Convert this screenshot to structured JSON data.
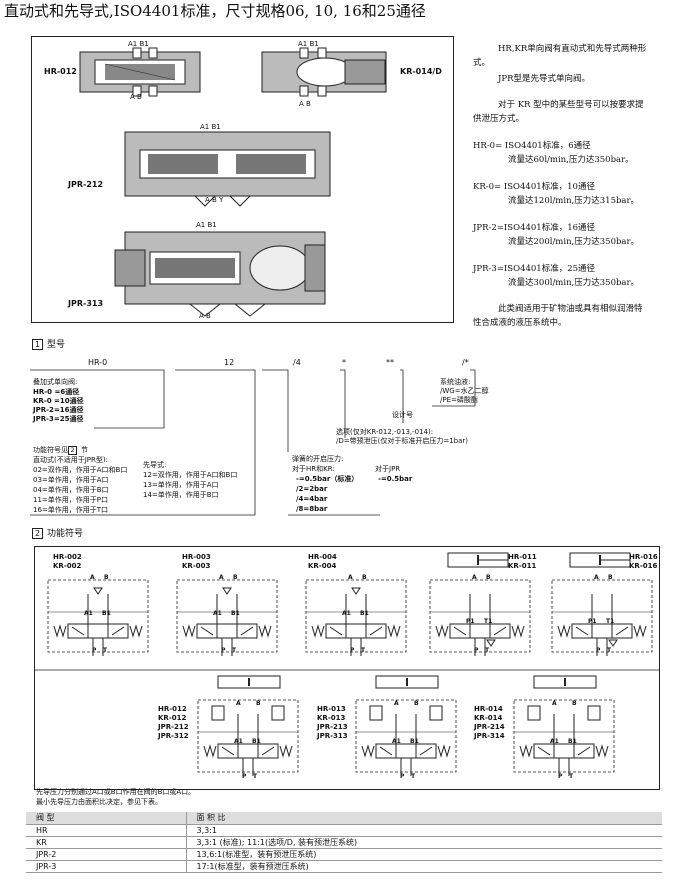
{
  "title": "直动式和先导式,ISO4401标准，尺寸规格06, 10, 16和25通径",
  "figure": {
    "hr012": {
      "name": "HR-012",
      "top_ports": "A1  B1",
      "bottom_ports": "A    B"
    },
    "kr014": {
      "name": "KR-014/D",
      "top_ports": "A1  B1",
      "bottom_ports": "A    B"
    },
    "jpr212": {
      "name": "JPR-212",
      "top_ports": "A1       B1",
      "bottom_ports": "A     B     Y"
    },
    "jpr313": {
      "name": "JPR-313",
      "top_ports": "A1                 B1",
      "bottom_ports": "A                 B"
    }
  },
  "description": {
    "p1a": "HR,KR单向阀有直动式和先导式两种形",
    "p1b": "式。",
    "p2": "JPR型是先导式单向阀。",
    "p3a": "对于 KR 型中的某些型号可以按要求提",
    "p3b": "供泄压方式。",
    "specs": [
      {
        "model": "HR-0= ISO4401标准，6通径",
        "flow": "流量达60l/min,压力达350bar。"
      },
      {
        "model": "KR-0= ISO4401标准，10通径",
        "flow": "流量达120l/min,压力达315bar。"
      },
      {
        "model": "JPR-2=ISO4401标准，16通径",
        "flow": "流量达200l/min,压力达350bar。"
      },
      {
        "model": "JPR-3=ISO4401标准，25通径",
        "flow": "流量达300l/min,压力达350bar。"
      }
    ],
    "p4a": "此类阀适用于矿物油或具有相似润滑特",
    "p4b": "性合成液的液压系统中。"
  },
  "section1": {
    "num": "1",
    "title": "型号",
    "code": [
      "HR-0",
      "12",
      "/4",
      "*",
      "**",
      "/*"
    ],
    "type_head": "叠加式单向阀:",
    "types": [
      "HR-0 =6通径",
      "KR-0 =10通径",
      "JPR-2=16通径",
      "JPR-3=25通径"
    ],
    "seal_lines": [
      "系统油液:",
      "/WG=水乙二醇",
      "/PE=磷酸酯"
    ],
    "design": "设计号",
    "option_a": "选项(仅对KR-012,-013,-014):",
    "option_b": "/D=带预泄压(仅对于标准开启压力=1bar)",
    "func_head_a": "功能符号见",
    "func_head_num": "2",
    "func_head_b": "节",
    "func_head2": "直动式(不适用于JPR型):",
    "func_list": [
      "02=双作用，作用于A口和B口",
      "03=单作用，作用于A口",
      "04=单作用，作用于B口",
      "11=单作用，作用于P口",
      "16=单作用，作用于T口"
    ],
    "pilot_head": "先导式:",
    "pilot_list": [
      "12=双作用，作用于A口和B口",
      "13=单作用，作用于A口",
      "14=单作用，作用于B口"
    ],
    "spring_head": "弹簧的开启压力:",
    "spring_col1_head": "对于HR和KR:",
    "spring_col1": [
      "-=0.5bar（标准）",
      "/2=2bar",
      "/4=4bar",
      "/8=8bar"
    ],
    "spring_col2_head": "对于JPR",
    "spring_col2": [
      "-=0.5bar"
    ]
  },
  "section2": {
    "num": "2",
    "title": "功能符号",
    "row1": [
      {
        "l1": "HR-002",
        "l2": "KR-002"
      },
      {
        "l1": "HR-003",
        "l2": "KR-003"
      },
      {
        "l1": "HR-004",
        "l2": "KR-004"
      },
      {
        "l1": "HR-011",
        "l2": "KR-011"
      },
      {
        "l1": "HR-016",
        "l2": "KR-016"
      }
    ],
    "row2": [
      {
        "lines": [
          "HR-012",
          "KR-012",
          "JPR-212",
          "JPR-312"
        ]
      },
      {
        "lines": [
          "HR-013",
          "KR-013",
          "JPR-213",
          "JPR-313"
        ]
      },
      {
        "lines": [
          "HR-014",
          "KR-014",
          "JPR-214",
          "JPR-314"
        ]
      }
    ],
    "port_labels": {
      "a": "A",
      "b": "B",
      "a1": "A1",
      "b1": "B1",
      "p": "P",
      "t": "T",
      "p1": "P1",
      "t1": "T1"
    }
  },
  "note_a": "先导压力分别通过A口或B口作用在阀的B口或A口。",
  "note_b": "最小先导压力由面积比决定，参见下表。",
  "table": {
    "headers": [
      "阀  型",
      "面 积 比"
    ],
    "rows": [
      [
        "HR",
        "3,3:1"
      ],
      [
        "KR",
        "3,3:1 (标准); 11:1(选项/D, 装有预泄压系统)"
      ],
      [
        "JPR-2",
        "13,6:1(标准型，装有预泄压系统)"
      ],
      [
        "JPR-3",
        "17:1(标准型，装有预泄压系统)"
      ]
    ]
  }
}
